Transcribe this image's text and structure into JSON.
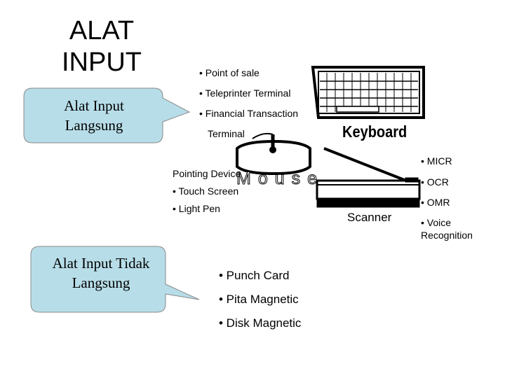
{
  "title": [
    "ALAT",
    "INPUT"
  ],
  "callouts": {
    "direct": [
      "Alat Input",
      "Langsung"
    ],
    "indirect": [
      "Alat Input Tidak",
      "Langsung"
    ]
  },
  "terminal_items": [
    "• Point of sale",
    "• Teleprinter Terminal",
    "• Financial Transaction",
    "Terminal"
  ],
  "pointing_items": [
    "Pointing Device",
    "• Touch Screen",
    "• Light Pen"
  ],
  "scanner_items": [
    "• MICR",
    "• OCR",
    "• OMR",
    "• Voice",
    "Recognition"
  ],
  "indirect_items": [
    "• Punch Card",
    "• Pita Magnetic",
    "• Disk Magnetic"
  ],
  "image_labels": {
    "keyboard": "Keyboard",
    "mouse": "Mouse",
    "scanner": "Scanner"
  },
  "colors": {
    "callout_fill": "#b7dde8",
    "callout_stroke": "#8a8a8a"
  }
}
